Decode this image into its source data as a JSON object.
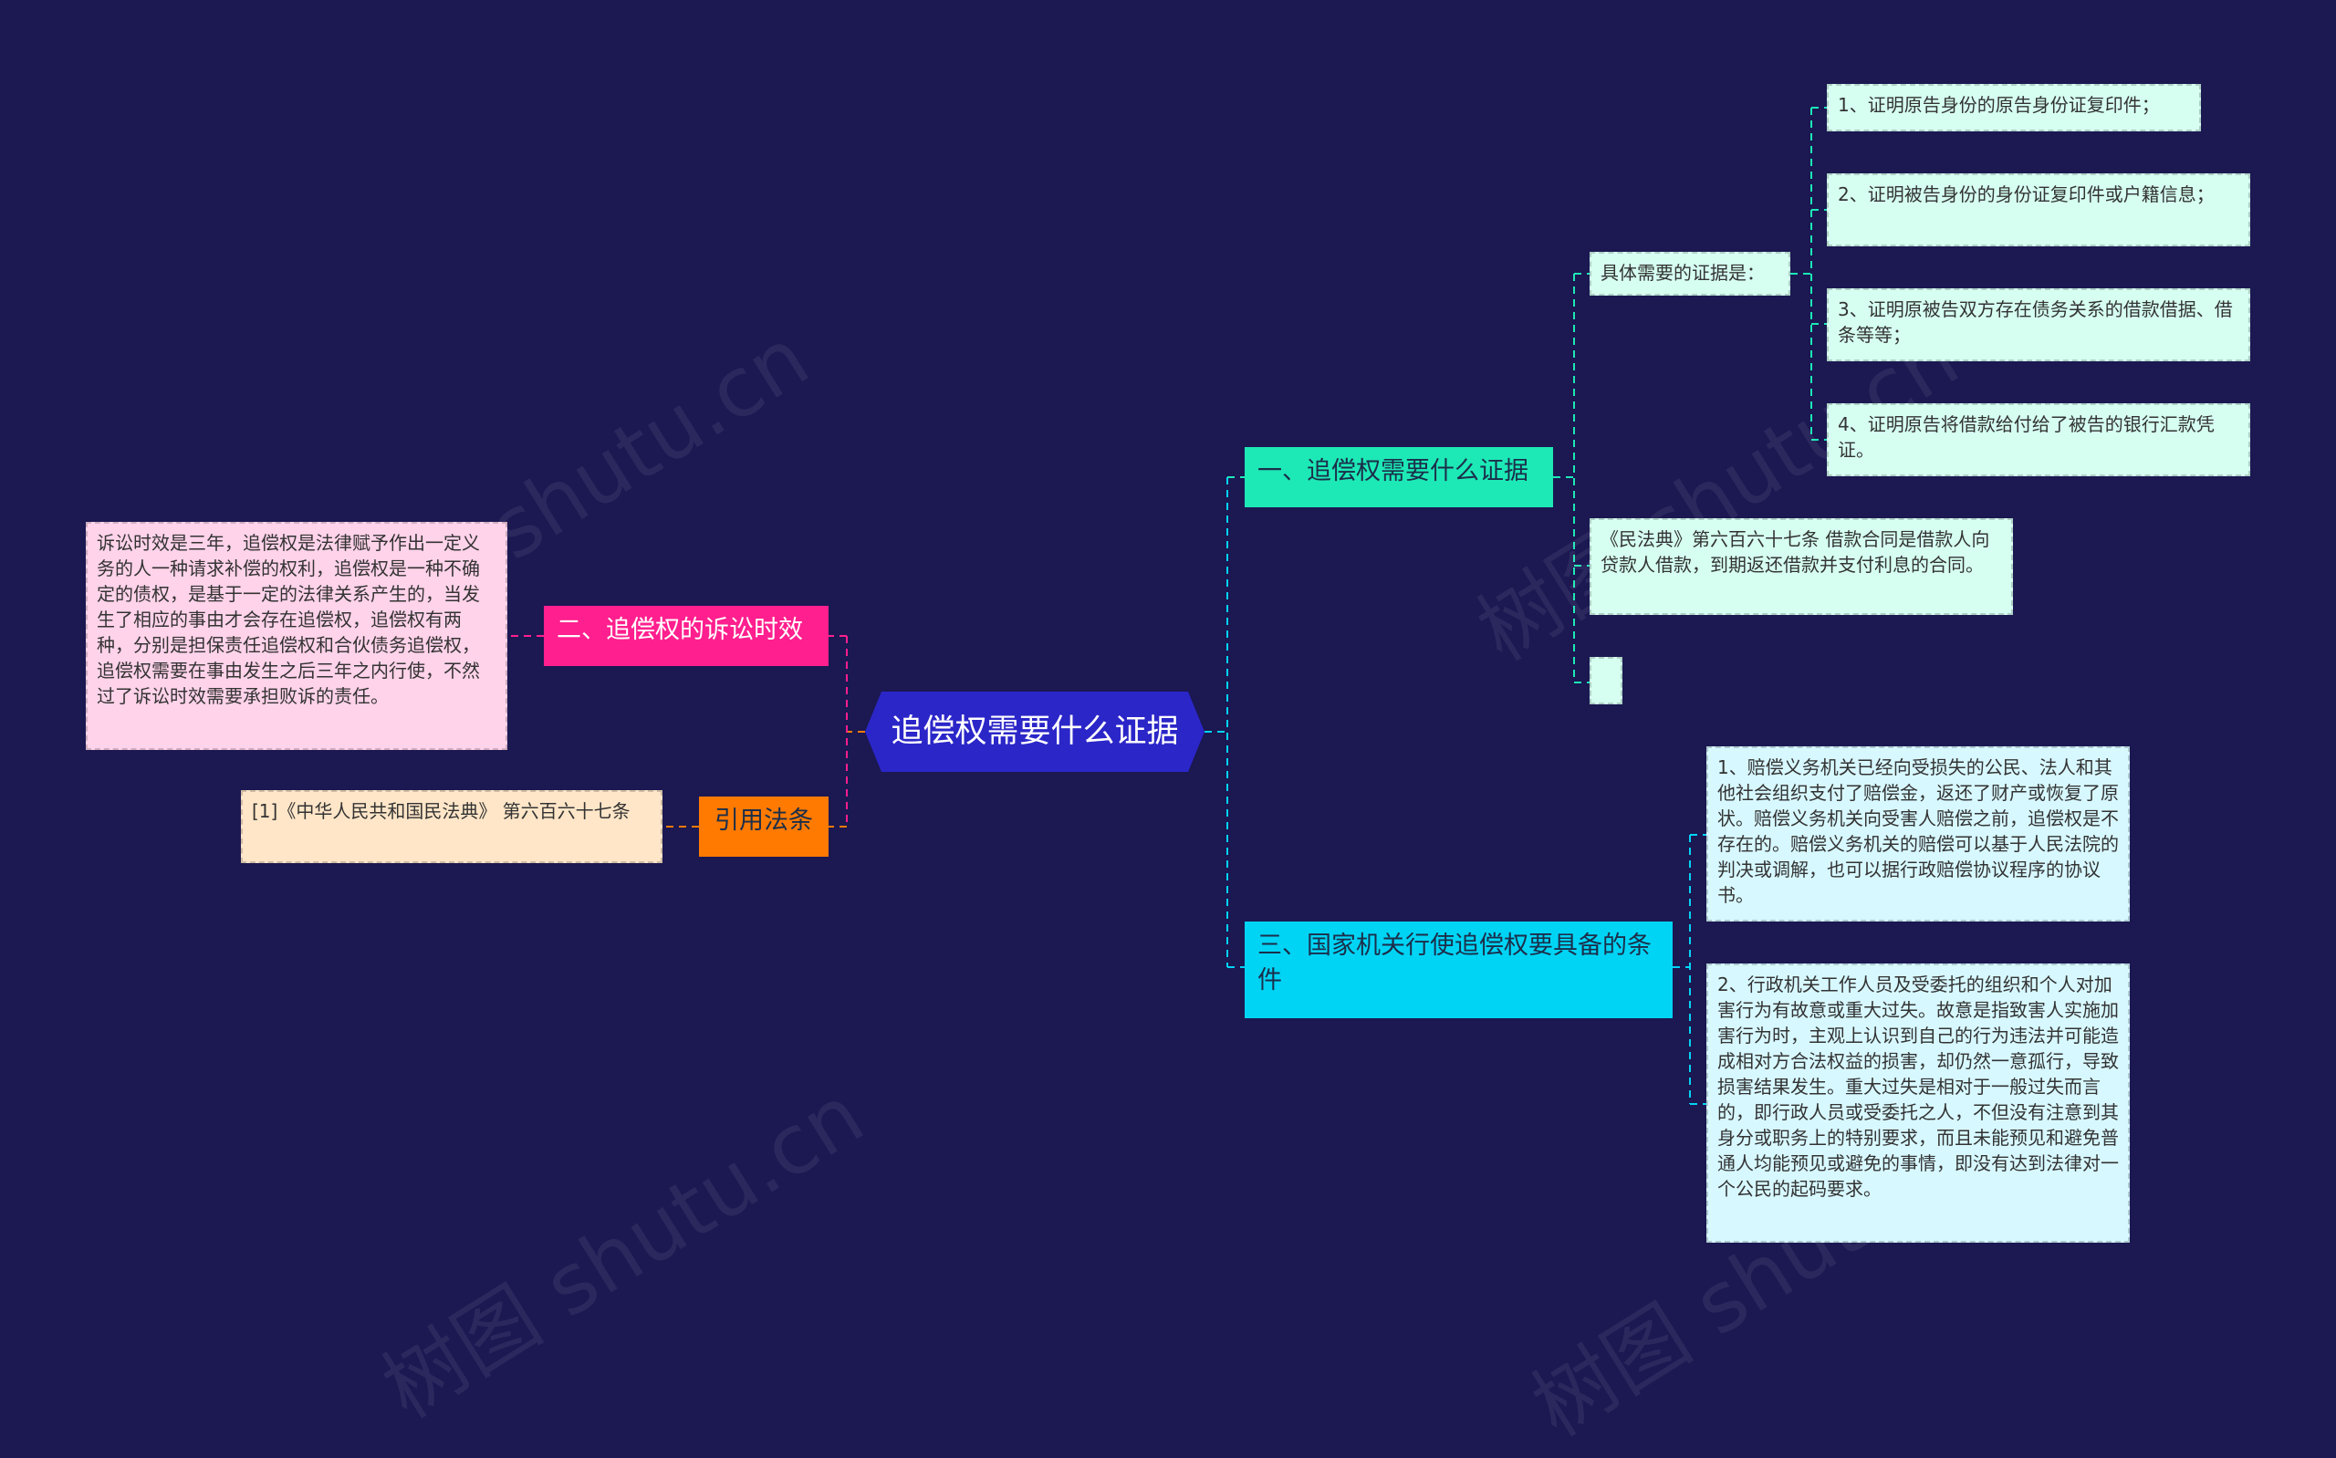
{
  "root": {
    "label": "追偿权需要什么证据"
  },
  "colors": {
    "background": "#1b1852",
    "root": "#2b26c8",
    "branch1": "#1de9b6",
    "branch2": "#ff1f8e",
    "branch3": "#00d4f5",
    "cite": "#ff7a00",
    "leaf_mint": "#d6fff1",
    "leaf_pink": "#ffd3ea",
    "leaf_cyan": "#d7f8ff",
    "leaf_peach": "#ffe6c8"
  },
  "branch1": {
    "label": "一、追偿权需要什么证据",
    "evidence_heading": "具体需要的证据是：",
    "evidence_items": [
      "1、证明原告身份的原告身份证复印件；",
      "2、证明被告身份的身份证复印件或户籍信息；",
      "3、证明原被告双方存在债务关系的借款借据、借条等等；",
      "4、证明原告将借款给付给了被告的银行汇款凭证。"
    ],
    "law_text": "《民法典》第六百六十七条 借款合同是借款人向贷款人借款，到期返还借款并支付利息的合同。",
    "empty_leaf": ""
  },
  "branch2": {
    "label": "二、追偿权的诉讼时效",
    "text": "诉讼时效是三年，追偿权是法律赋予作出一定义务的人一种请求补偿的权利，追偿权是一种不确定的债权，是基于一定的法律关系产生的，当发生了相应的事由才会存在追偿权，追偿权有两种，分别是担保责任追偿权和合伙债务追偿权，追偿权需要在事由发生之后三年之内行使，不然过了诉讼时效需要承担败诉的责任。"
  },
  "branch3": {
    "label": "三、国家机关行使追偿权要具备的条件",
    "items": [
      "1、赔偿义务机关已经向受损失的公民、法人和其他社会组织支付了赔偿金，返还了财产或恢复了原状。赔偿义务机关向受害人赔偿之前，追偿权是不存在的。赔偿义务机关的赔偿可以基于人民法院的判决或调解，也可以据行政赔偿协议程序的协议书。",
      "2、行政机关工作人员及受委托的组织和个人对加害行为有故意或重大过失。故意是指致害人实施加害行为时，主观上认识到自己的行为违法并可能造成相对方合法权益的损害，却仍然一意孤行，导致损害结果发生。重大过失是相对于一般过失而言的，即行政人员或受委托之人，不但没有注意到其身分或职务上的特别要求，而且未能预见和避免普通人均能预见或避免的事情，即没有达到法律对一个公民的起码要求。"
    ]
  },
  "cite": {
    "label": "引用法条",
    "text": "[1]《中华人民共和国民法典》 第六百六十七条"
  },
  "watermarks": [
    "树图 shutu.cn",
    "树图 shutu.cn",
    "树图 shutu.cn",
    "树图 shutu.cn"
  ]
}
